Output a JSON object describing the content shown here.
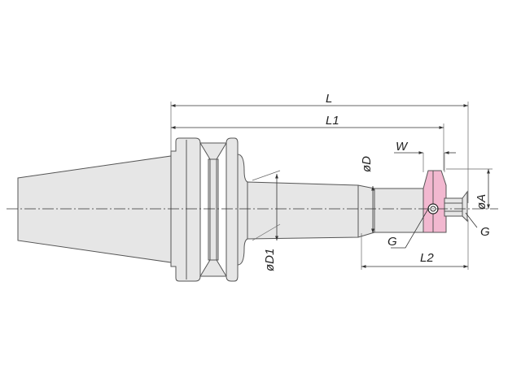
{
  "labels": {
    "L": "L",
    "L1": "L1",
    "W": "W",
    "D": "øD",
    "D1": "øD1",
    "A": "øA",
    "L2": "L2",
    "G_left": "G",
    "G_right": "G"
  },
  "colors": {
    "insert": "#f2b8d0",
    "body": "#e6e6e6",
    "outline": "#555555"
  }
}
